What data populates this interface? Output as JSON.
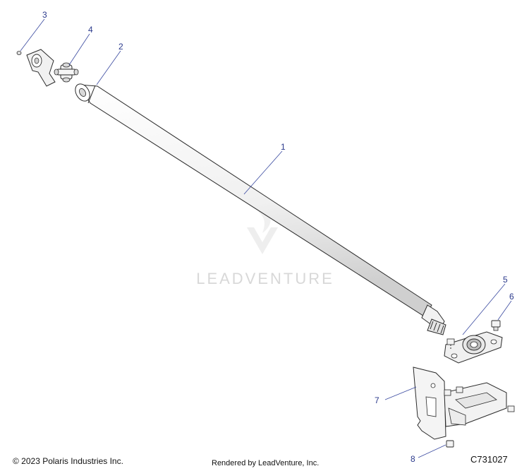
{
  "callouts": [
    {
      "id": "callout-1",
      "label": "1"
    },
    {
      "id": "callout-2",
      "label": "2"
    },
    {
      "id": "callout-3",
      "label": "3"
    },
    {
      "id": "callout-4",
      "label": "4"
    },
    {
      "id": "callout-5",
      "label": "5"
    },
    {
      "id": "callout-6",
      "label": "6"
    },
    {
      "id": "callout-7",
      "label": "7"
    },
    {
      "id": "callout-8",
      "label": "8"
    }
  ],
  "footer": {
    "copyright": "© 2023 Polaris Industries Inc.",
    "rendered_by": "Rendered by LeadVenture, Inc.",
    "diagram_code": "C731027"
  },
  "watermark": {
    "text": "LEADVENTURE"
  },
  "colors": {
    "callout": "#2b3a8c",
    "part_fill": "#f4f4f4",
    "outline": "#2a2a2a"
  }
}
